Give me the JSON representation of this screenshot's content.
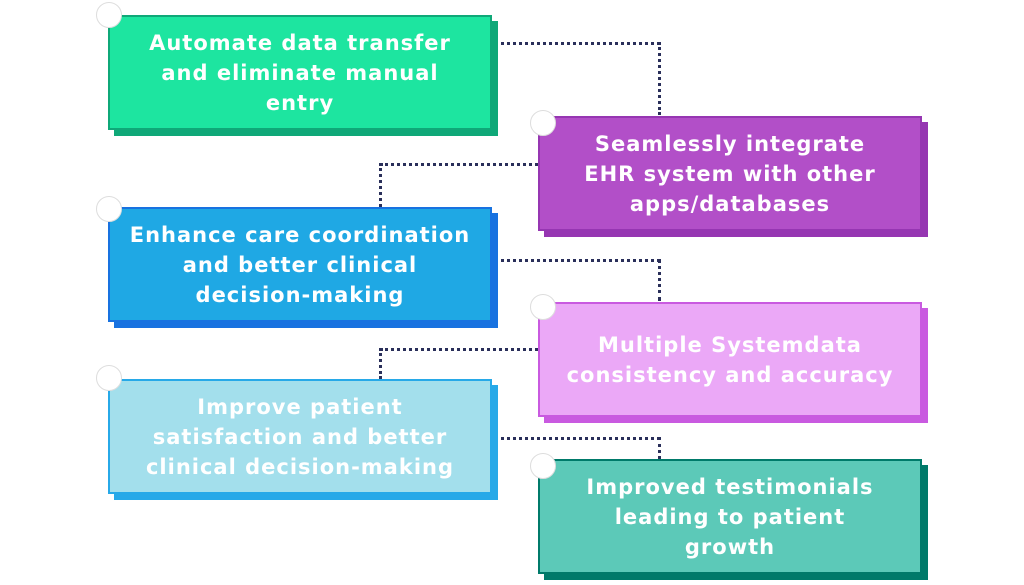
{
  "items": [
    {
      "text": "Automate data transfer and eliminate manual entry",
      "color": "#1de5a0",
      "shadow": "#0fa878"
    },
    {
      "text": "Seamlessly integrate EHR system with other apps/databases",
      "color": "#b24fc8",
      "shadow": "#9636b2"
    },
    {
      "text": "Enhance care coordination and better clinical decision-making",
      "color": "#1fa8e4",
      "shadow": "#1872e0"
    },
    {
      "text": "Multiple Systemdata consistency and accuracy",
      "color": "#eba8f7",
      "shadow": "#c95ae0"
    },
    {
      "text": "Improve patient satisfaction and better clinical decision-making",
      "color": "#a3dfec",
      "shadow": "#27a9e8"
    },
    {
      "text": "Improved testimonials leading to patient growth",
      "color": "#5cc9b8",
      "shadow": "#007a6a"
    }
  ]
}
